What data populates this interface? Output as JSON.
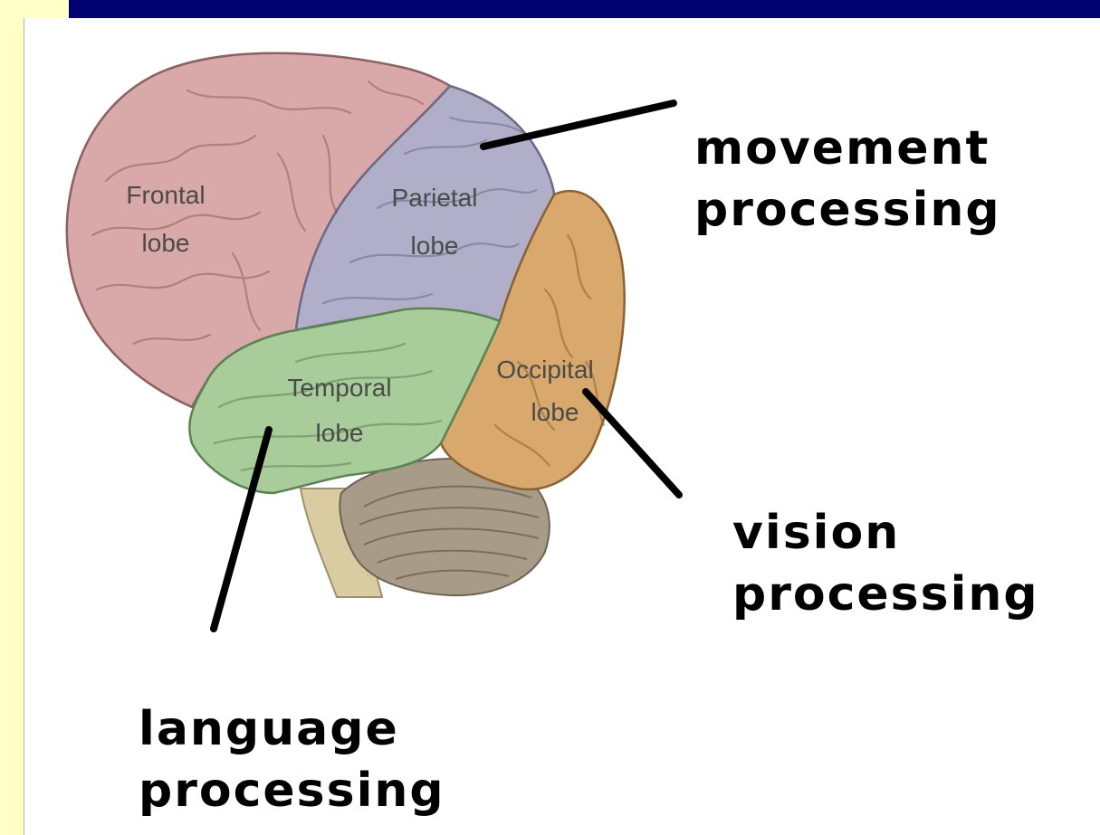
{
  "colors": {
    "top_bar": "#000070",
    "side_panel": "#ffffc8",
    "frontal": "#d9a8a8",
    "parietal": "#b0aec8",
    "temporal": "#a8cc9a",
    "occipital": "#d8a86c",
    "cerebellum": "#a89c88",
    "brainstem": "#d8cca0"
  },
  "lobes": {
    "frontal": [
      "Frontal",
      "lobe"
    ],
    "parietal": [
      "Parietal",
      "lobe"
    ],
    "temporal": [
      "Temporal",
      "lobe"
    ],
    "occipital": [
      "Occipital",
      "lobe"
    ]
  },
  "callouts": {
    "movement": [
      "movement",
      "processing"
    ],
    "vision": [
      "vision",
      "processing"
    ],
    "language": [
      "language",
      "processing"
    ]
  }
}
